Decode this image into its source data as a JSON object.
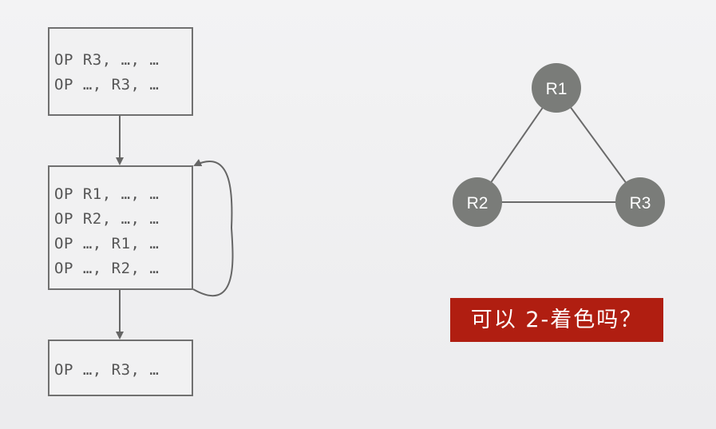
{
  "flow_blocks": [
    {
      "lines": [
        "OP R3, …, …",
        "OP …, R3, …"
      ]
    },
    {
      "lines": [
        "OP R1, …, …",
        "OP R2, …, …",
        "OP …, R1, …",
        "OP …, R2, …"
      ]
    },
    {
      "lines": [
        "OP …, R3, …"
      ]
    }
  ],
  "graph": {
    "nodes": [
      {
        "id": "R1",
        "label": "R1"
      },
      {
        "id": "R2",
        "label": "R2"
      },
      {
        "id": "R3",
        "label": "R3"
      }
    ],
    "edges": [
      [
        "R1",
        "R2"
      ],
      [
        "R1",
        "R3"
      ],
      [
        "R2",
        "R3"
      ]
    ],
    "node_color": "#7a7c79",
    "edge_color": "#6a6a6a"
  },
  "question": {
    "text": "可以 2-着色吗？",
    "background": "#b01e11"
  }
}
